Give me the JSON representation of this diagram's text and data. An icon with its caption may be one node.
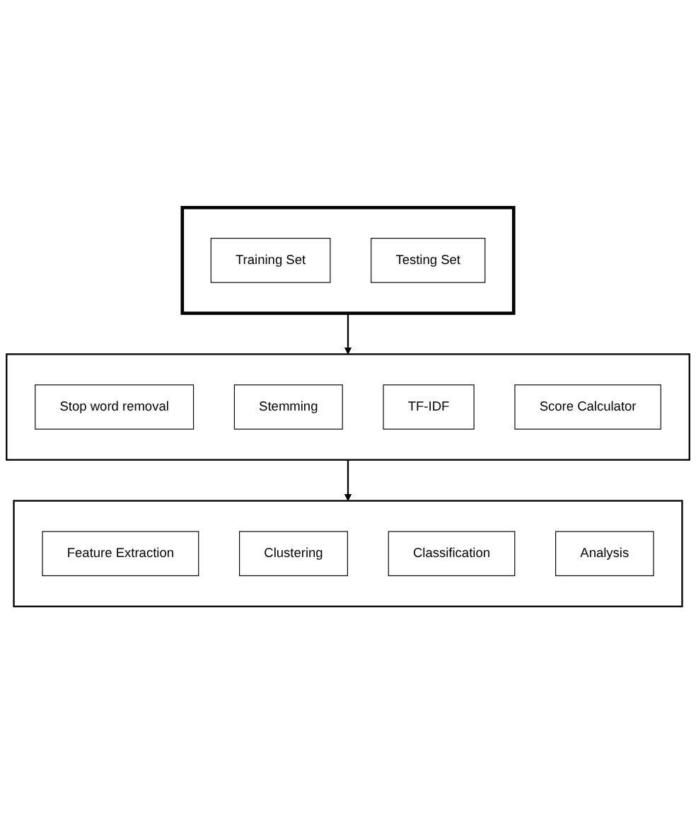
{
  "diagram": {
    "nodes": [
      {
        "text": [],
        "shape": "box"
      },
      {
        "text": [
          "Training Set"
        ],
        "in": 0
      },
      {
        "text": [
          "Testing Set"
        ],
        "in": 0
      },
      {
        "text": [],
        "shape": "box"
      },
      {
        "text": [
          "Stop word removal"
        ],
        "in": 3
      },
      {
        "text": [
          "Stemming"
        ],
        "in": 3
      },
      {
        "text": [
          "TF-IDF"
        ],
        "in": 3
      },
      {
        "text": [
          "Score Calculator"
        ],
        "in": 3
      },
      {
        "text": [],
        "shape": "box"
      },
      {
        "text": [
          "Feature Extraction"
        ],
        "in": 8
      },
      {
        "text": [
          "Clustering"
        ],
        "in": 8
      },
      {
        "text": [
          "Classification"
        ],
        "in": 8
      },
      {
        "text": [
          "Analysis"
        ],
        "in": 8
      }
    ],
    "edges": [
      {
        "from": 0,
        "to": 3,
        "arrow": "to"
      },
      {
        "from": 3,
        "to": 8,
        "arrow": "to"
      }
    ]
  }
}
